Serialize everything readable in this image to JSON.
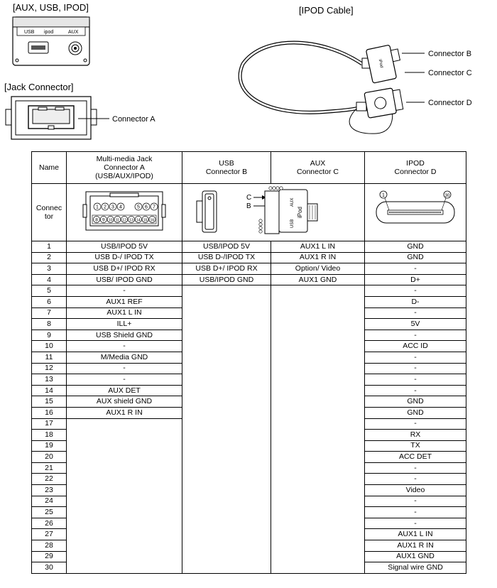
{
  "titles": {
    "aux_usb_ipod": "[AUX, USB, IPOD]",
    "jack_connector": "[Jack Connector]",
    "ipod_cable": "[IPOD Cable]"
  },
  "panel_labels": {
    "usb": "USB",
    "ipod": "ipod",
    "aux": "AUX"
  },
  "callouts": {
    "connector_a": "Connector A",
    "connector_b": "Connector B",
    "connector_c": "Connector C",
    "connector_d": "Connector D"
  },
  "diagram_text": {
    "usb_aux_label_c": "C",
    "usb_aux_label_b": "B",
    "aux_side": "AUX",
    "usb_side": "USB",
    "ipod_side": "iPod",
    "pin_1": "1",
    "pin_30": "30"
  },
  "table": {
    "headers": {
      "name": "Name",
      "a_line1": "Multi-media Jack",
      "a_line2": "Connector A",
      "a_line3": "(USB/AUX/IPOD)",
      "b_line1": "USB",
      "b_line2": "Connector B",
      "c_line1": "AUX",
      "c_line2": "Connector C",
      "d_line1": "IPOD",
      "d_line2": "Connector D"
    },
    "connector_label_line1": "Connec",
    "connector_label_line2": "tor",
    "jack_pins_top": [
      "1",
      "2",
      "3",
      "4",
      "5",
      "6",
      "7"
    ],
    "jack_pins_bottom": [
      "8",
      "9",
      "10",
      "11",
      "12",
      "13",
      "14",
      "15",
      "16"
    ],
    "rows": [
      [
        "1",
        "USB/IPOD 5V",
        "USB/IPOD 5V",
        "AUX1 L IN",
        "GND"
      ],
      [
        "2",
        "USB D-/ IPOD TX",
        "USB D-/IPOD TX",
        "AUX1 R IN",
        "GND"
      ],
      [
        "3",
        "USB D+/ IPOD RX",
        "USB D+/ IPOD RX",
        "Option/ Video",
        "-"
      ],
      [
        "4",
        "USB/ IPOD GND",
        "USB/IPOD GND",
        "AUX1 GND",
        "D+"
      ],
      [
        "5",
        "-",
        "",
        "",
        "-"
      ],
      [
        "6",
        "AUX1 REF",
        "",
        "",
        "D-"
      ],
      [
        "7",
        "AUX1 L IN",
        "",
        "",
        "-"
      ],
      [
        "8",
        "ILL+",
        "",
        "",
        "5V"
      ],
      [
        "9",
        "USB Shield GND",
        "",
        "",
        "-"
      ],
      [
        "10",
        "-",
        "",
        "",
        "ACC ID"
      ],
      [
        "11",
        "M/Media GND",
        "",
        "",
        "-"
      ],
      [
        "12",
        "-",
        "",
        "",
        "-"
      ],
      [
        "13",
        "-",
        "",
        "",
        "-"
      ],
      [
        "14",
        "AUX DET",
        "",
        "",
        "-"
      ],
      [
        "15",
        "AUX shield GND",
        "",
        "",
        "GND"
      ],
      [
        "16",
        "AUX1 R IN",
        "",
        "",
        "GND"
      ],
      [
        "17",
        "",
        "",
        "",
        "-"
      ],
      [
        "18",
        "",
        "",
        "",
        "RX"
      ],
      [
        "19",
        "",
        "",
        "",
        "TX"
      ],
      [
        "20",
        "",
        "",
        "",
        "ACC DET"
      ],
      [
        "21",
        "",
        "",
        "",
        "-"
      ],
      [
        "22",
        "",
        "",
        "",
        "-"
      ],
      [
        "23",
        "",
        "",
        "",
        "Video"
      ],
      [
        "24",
        "",
        "",
        "",
        "-"
      ],
      [
        "25",
        "",
        "",
        "",
        "-"
      ],
      [
        "26",
        "",
        "",
        "",
        "-"
      ],
      [
        "27",
        "",
        "",
        "",
        "AUX1 L IN"
      ],
      [
        "28",
        "",
        "",
        "",
        "AUX1 R IN"
      ],
      [
        "29",
        "",
        "",
        "",
        "AUX1 GND"
      ],
      [
        "30",
        "",
        "",
        "",
        "Signal wire GND"
      ]
    ]
  }
}
